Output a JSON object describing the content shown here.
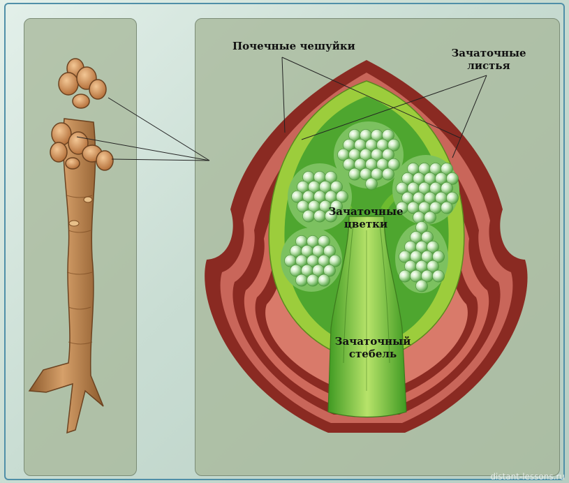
{
  "labels": {
    "bud_scales": "Почечные чешуйки",
    "embryonic_leaves_1": "Зачаточные",
    "embryonic_leaves_2": "листья",
    "embryonic_flowers_1": "Зачаточные",
    "embryonic_flowers_2": "цветки",
    "embryonic_stem_1": "Зачаточный",
    "embryonic_stem_2": "стебель"
  },
  "watermark": "distant-lessons.ru",
  "colors": {
    "scale_dark": "#8a2a22",
    "scale_light": "#cf6a5c",
    "leaf_outer": "#9ccd3c",
    "leaf_inner": "#4ea62f",
    "bud_flower": "#7cc160",
    "stem": "#6dbb2f",
    "twig": "#b7824e",
    "panel_bg": "#a8b89b"
  }
}
